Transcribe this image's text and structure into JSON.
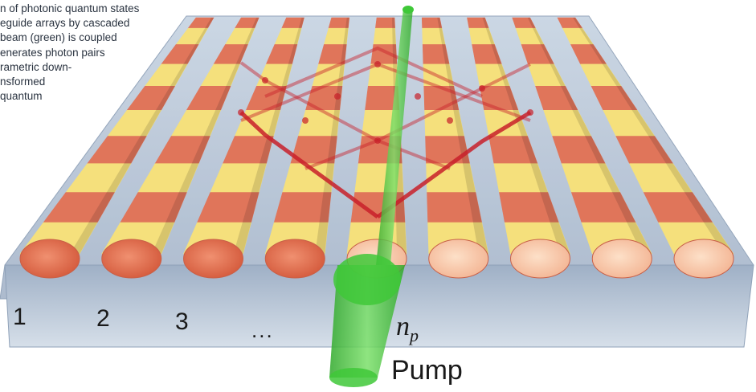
{
  "caption_lines": [
    "n of photonic quantum states",
    "eguide arrays by cascaded",
    "beam (green) is coupled",
    "enerates photon pairs",
    "rametric down-",
    "nsformed",
    "quantum"
  ],
  "waveguide_labels": [
    "1",
    "2",
    "3"
  ],
  "ellipsis_label": "...",
  "pump_symbol_base": "n",
  "pump_symbol_sub": "p",
  "pump_label": "Pump",
  "colors": {
    "slab": "#b9c8d9",
    "waveguide_red": "#e0755a",
    "waveguide_yellow": "#f5e07c",
    "pump_green": "#3fc838",
    "photon_red": "#c8202a"
  }
}
